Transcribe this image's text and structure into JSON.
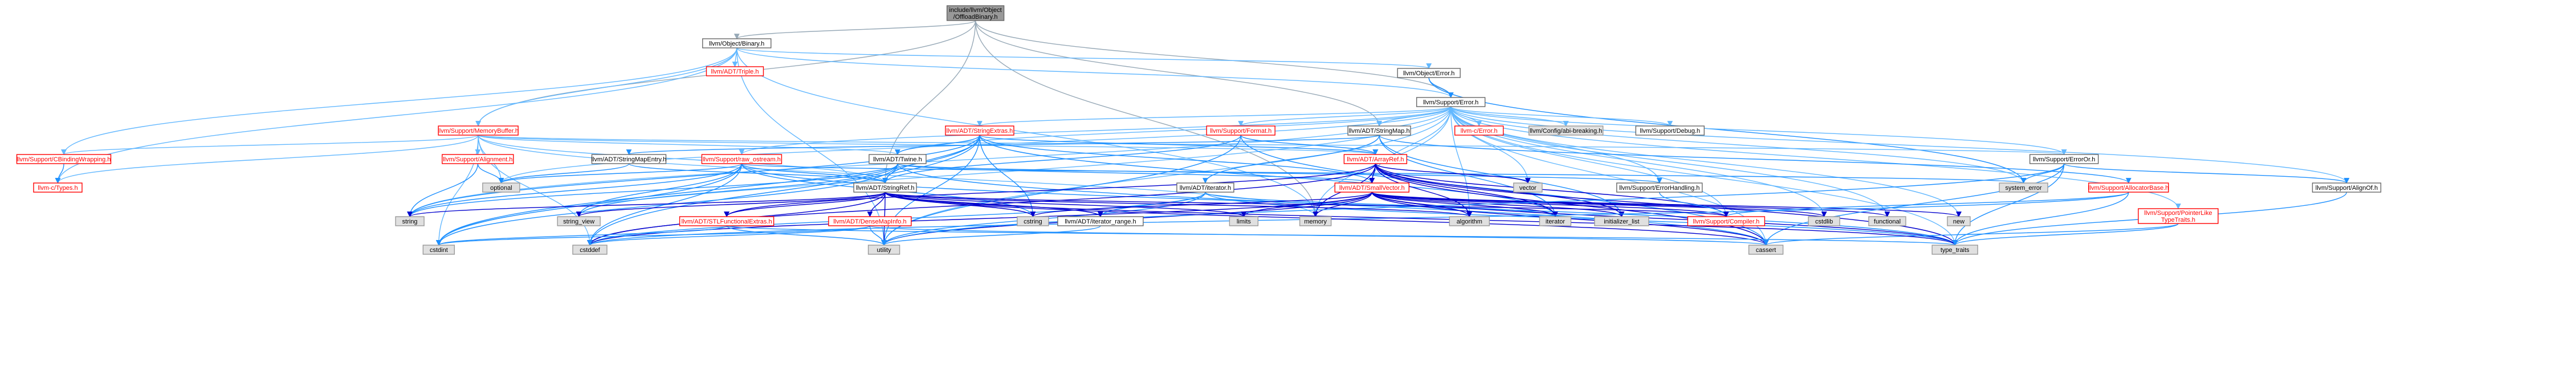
{
  "colors": {
    "root_fill": "#999999",
    "node_fill": "#ffffff",
    "node_border": "#666666",
    "header_fill": "#e0e0e0",
    "header_border": "#999999",
    "red_text": "#ff0000",
    "text": "#000000",
    "edge_blue": "#63b8ff",
    "edge_mid": "#1e90ff",
    "edge_dark": "#0000cd",
    "edge_gray": "#97a9b7"
  },
  "nodes": [
    {
      "id": "root",
      "lines": [
        "include/llvm/Object",
        "/OffloadBinary.h"
      ],
      "style": "root"
    },
    {
      "id": "binary",
      "lines": [
        "llvm/Object/Binary.h"
      ],
      "style": "normal"
    },
    {
      "id": "objerror",
      "lines": [
        "llvm/Object/Error.h"
      ],
      "style": "normal"
    },
    {
      "id": "triple",
      "lines": [
        "llvm/ADT/Triple.h"
      ],
      "style": "red"
    },
    {
      "id": "error",
      "lines": [
        "llvm/Support/Error.h"
      ],
      "style": "normal"
    },
    {
      "id": "memorybuffer",
      "lines": [
        "llvm/Support/MemoryBuffer.h"
      ],
      "style": "red"
    },
    {
      "id": "stringextras",
      "lines": [
        "llvm/ADT/StringExtras.h"
      ],
      "style": "red"
    },
    {
      "id": "format",
      "lines": [
        "llvm/Support/Format.h"
      ],
      "style": "red"
    },
    {
      "id": "stringmap",
      "lines": [
        "llvm/ADT/StringMap.h"
      ],
      "style": "normal"
    },
    {
      "id": "cerror",
      "lines": [
        "llvm-c/Error.h"
      ],
      "style": "red"
    },
    {
      "id": "abibreaking",
      "lines": [
        "llvm/Config/abi-breaking.h"
      ],
      "style": "header"
    },
    {
      "id": "debug",
      "lines": [
        "llvm/Support/Debug.h"
      ],
      "style": "normal"
    },
    {
      "id": "cbinding",
      "lines": [
        "llvm/Support/CBindingWrapping.h"
      ],
      "style": "red"
    },
    {
      "id": "ctypes",
      "lines": [
        "llvm-c/Types.h"
      ],
      "style": "red"
    },
    {
      "id": "alignment",
      "lines": [
        "llvm/Support/Alignment.h"
      ],
      "style": "red"
    },
    {
      "id": "stringmapentry",
      "lines": [
        "llvm/ADT/StringMapEntry.h"
      ],
      "style": "normal"
    },
    {
      "id": "rawostream",
      "lines": [
        "llvm/Support/raw_ostream.h"
      ],
      "style": "red"
    },
    {
      "id": "twine",
      "lines": [
        "llvm/ADT/Twine.h"
      ],
      "style": "normal"
    },
    {
      "id": "arrayref",
      "lines": [
        "llvm/ADT/ArrayRef.h"
      ],
      "style": "red"
    },
    {
      "id": "iterator",
      "lines": [
        "llvm/ADT/iterator.h"
      ],
      "style": "normal"
    },
    {
      "id": "smallvector",
      "lines": [
        "llvm/ADT/SmallVector.h"
      ],
      "style": "red"
    },
    {
      "id": "errorhandling",
      "lines": [
        "llvm/Support/ErrorHandling.h"
      ],
      "style": "normal"
    },
    {
      "id": "erroror",
      "lines": [
        "llvm/Support/ErrorOr.h"
      ],
      "style": "normal"
    },
    {
      "id": "allocatorbase",
      "lines": [
        "llvm/Support/AllocatorBase.h"
      ],
      "style": "red"
    },
    {
      "id": "alignof",
      "lines": [
        "llvm/Support/AlignOf.h"
      ],
      "style": "normal"
    },
    {
      "id": "pointerlike",
      "lines": [
        "llvm/Support/PointerLike",
        "TypeTraits.h"
      ],
      "style": "red"
    },
    {
      "id": "stringref",
      "lines": [
        "llvm/ADT/StringRef.h"
      ],
      "style": "normal"
    },
    {
      "id": "stlfunctional",
      "lines": [
        "llvm/ADT/STLFunctionalExtras.h"
      ],
      "style": "red"
    },
    {
      "id": "densemapinfo",
      "lines": [
        "llvm/ADT/DenseMapInfo.h"
      ],
      "style": "red"
    },
    {
      "id": "iteratorrange",
      "lines": [
        "llvm/ADT/iterator_range.h"
      ],
      "style": "normal"
    },
    {
      "id": "compiler",
      "lines": [
        "llvm/Support/Compiler.h"
      ],
      "style": "red"
    },
    {
      "id": "vector",
      "lines": [
        "vector"
      ],
      "style": "header"
    },
    {
      "id": "systemerror",
      "lines": [
        "system_error"
      ],
      "style": "header"
    },
    {
      "id": "optional",
      "lines": [
        "optional"
      ],
      "style": "header"
    },
    {
      "id": "string",
      "lines": [
        "string"
      ],
      "style": "header"
    },
    {
      "id": "stringview",
      "lines": [
        "string_view"
      ],
      "style": "header"
    },
    {
      "id": "cstring",
      "lines": [
        "cstring"
      ],
      "style": "header"
    },
    {
      "id": "limits",
      "lines": [
        "limits"
      ],
      "style": "header"
    },
    {
      "id": "memory",
      "lines": [
        "memory"
      ],
      "style": "header"
    },
    {
      "id": "algorithm",
      "lines": [
        "algorithm"
      ],
      "style": "header"
    },
    {
      "id": "iteratorstd",
      "lines": [
        "iterator"
      ],
      "style": "header"
    },
    {
      "id": "initializerlist",
      "lines": [
        "initializer_list"
      ],
      "style": "header"
    },
    {
      "id": "cstdlib",
      "lines": [
        "cstdlib"
      ],
      "style": "header"
    },
    {
      "id": "functional",
      "lines": [
        "functional"
      ],
      "style": "header"
    },
    {
      "id": "new",
      "lines": [
        "new"
      ],
      "style": "header"
    },
    {
      "id": "cstdint",
      "lines": [
        "cstdint"
      ],
      "style": "header"
    },
    {
      "id": "cstddef",
      "lines": [
        "cstddef"
      ],
      "style": "header"
    },
    {
      "id": "utility",
      "lines": [
        "utility"
      ],
      "style": "header"
    },
    {
      "id": "cassert",
      "lines": [
        "cassert"
      ],
      "style": "header"
    },
    {
      "id": "typetraits",
      "lines": [
        "type_traits"
      ],
      "style": "header"
    }
  ],
  "edges": [
    [
      "root",
      "binary"
    ],
    [
      "root",
      "error"
    ],
    [
      "root",
      "memorybuffer"
    ],
    [
      "root",
      "stringmap"
    ],
    [
      "root",
      "stringref"
    ],
    [
      "root",
      "memory"
    ],
    [
      "binary",
      "objerror"
    ],
    [
      "binary",
      "triple"
    ],
    [
      "binary",
      "error"
    ],
    [
      "binary",
      "memorybuffer"
    ],
    [
      "binary",
      "cbinding"
    ],
    [
      "binary",
      "ctypes"
    ],
    [
      "binary",
      "utility"
    ],
    [
      "binary",
      "memory"
    ],
    [
      "objerror",
      "error"
    ],
    [
      "objerror",
      "systemerror"
    ],
    [
      "error",
      "stringextras"
    ],
    [
      "error",
      "format"
    ],
    [
      "error",
      "stringmap"
    ],
    [
      "error",
      "cerror"
    ],
    [
      "error",
      "abibreaking"
    ],
    [
      "error",
      "debug"
    ],
    [
      "error",
      "twine"
    ],
    [
      "error",
      "erroror"
    ],
    [
      "error",
      "alignof"
    ],
    [
      "error",
      "compiler"
    ],
    [
      "error",
      "errorhandling"
    ],
    [
      "error",
      "smallvector"
    ],
    [
      "error",
      "rawostream"
    ],
    [
      "error",
      "pointerlike"
    ],
    [
      "error",
      "systemerror"
    ],
    [
      "error",
      "vector"
    ],
    [
      "error",
      "string"
    ],
    [
      "error",
      "memory"
    ],
    [
      "error",
      "algorithm"
    ],
    [
      "error",
      "cstdint"
    ],
    [
      "error",
      "cstdlib"
    ],
    [
      "error",
      "functional"
    ],
    [
      "error",
      "new"
    ],
    [
      "error",
      "cassert"
    ],
    [
      "error",
      "typetraits"
    ],
    [
      "error",
      "utility"
    ],
    [
      "error",
      "optional"
    ],
    [
      "memorybuffer",
      "cbinding"
    ],
    [
      "memorybuffer",
      "ctypes"
    ],
    [
      "memorybuffer",
      "alignment"
    ],
    [
      "memorybuffer",
      "arrayref"
    ],
    [
      "memorybuffer",
      "stringref"
    ],
    [
      "memorybuffer",
      "twine"
    ],
    [
      "memorybuffer",
      "erroror"
    ],
    [
      "memorybuffer",
      "memory"
    ],
    [
      "memorybuffer",
      "cstddef"
    ],
    [
      "memorybuffer",
      "cstdint"
    ],
    [
      "memorybuffer",
      "optional"
    ],
    [
      "cbinding",
      "ctypes"
    ],
    [
      "alignment",
      "optional"
    ],
    [
      "alignment",
      "string"
    ],
    [
      "stringextras",
      "arrayref"
    ],
    [
      "stringextras",
      "smallvector"
    ],
    [
      "stringextras",
      "stringref"
    ],
    [
      "stringextras",
      "twine"
    ],
    [
      "stringextras",
      "iteratorstd"
    ],
    [
      "stringextras",
      "string"
    ],
    [
      "stringextras",
      "cstring"
    ],
    [
      "stringextras",
      "utility"
    ],
    [
      "stringextras",
      "cstddef"
    ],
    [
      "stringextras",
      "cstdint"
    ],
    [
      "format",
      "arrayref"
    ],
    [
      "format",
      "stringref"
    ],
    [
      "format",
      "cassert"
    ],
    [
      "format",
      "cstdio"
    ],
    [
      "format",
      "tuple"
    ],
    [
      "format",
      "utility"
    ],
    [
      "stringmap",
      "stringmapentry"
    ],
    [
      "stringmap",
      "iterator"
    ],
    [
      "stringmap",
      "allocatorbase"
    ],
    [
      "stringmap",
      "initializerlist"
    ],
    [
      "stringmap",
      "iteratorstd"
    ],
    [
      "stringmapentry",
      "stringref"
    ],
    [
      "stringmapentry",
      "optional"
    ],
    [
      "rawostream",
      "stringref"
    ],
    [
      "rawostream",
      "cstddef"
    ],
    [
      "rawostream",
      "cstdint"
    ],
    [
      "rawostream",
      "cstring"
    ],
    [
      "rawostream",
      "optional"
    ],
    [
      "rawostream",
      "string"
    ],
    [
      "rawostream",
      "stringview"
    ],
    [
      "rawostream",
      "systemerror"
    ],
    [
      "rawostream",
      "typetraits"
    ],
    [
      "twine",
      "smallvector"
    ],
    [
      "twine",
      "stringref"
    ],
    [
      "twine",
      "errorhandling"
    ],
    [
      "twine",
      "cassert"
    ],
    [
      "twine",
      "cstdint"
    ],
    [
      "twine",
      "string"
    ],
    [
      "twine",
      "stringview"
    ],
    [
      "arrayref",
      "smallvector"
    ],
    [
      "arrayref",
      "stlfunctional"
    ],
    [
      "arrayref",
      "compiler"
    ],
    [
      "arrayref",
      "algorithm"
    ],
    [
      "arrayref",
      "array"
    ],
    [
      "arrayref",
      "cassert"
    ],
    [
      "arrayref",
      "cstddef"
    ],
    [
      "arrayref",
      "initializerlist"
    ],
    [
      "arrayref",
      "iteratorstd"
    ],
    [
      "arrayref",
      "memory"
    ],
    [
      "arrayref",
      "typetraits"
    ],
    [
      "arrayref",
      "vector"
    ],
    [
      "iterator",
      "iteratorrange"
    ],
    [
      "iterator",
      "cstddef"
    ],
    [
      "iterator",
      "iteratorstd"
    ],
    [
      "iterator",
      "typetraits"
    ],
    [
      "iterator",
      "utility"
    ],
    [
      "smallvector",
      "compiler"
    ],
    [
      "smallvector",
      "algorithm"
    ],
    [
      "smallvector",
      "cassert"
    ],
    [
      "smallvector",
      "cstddef"
    ],
    [
      "smallvector",
      "cstdlib"
    ],
    [
      "smallvector",
      "cstring"
    ],
    [
      "smallvector",
      "functional"
    ],
    [
      "smallvector",
      "initializerlist"
    ],
    [
      "smallvector",
      "iteratorstd"
    ],
    [
      "smallvector",
      "limits"
    ],
    [
      "smallvector",
      "memory"
    ],
    [
      "smallvector",
      "new"
    ],
    [
      "smallvector",
      "typetraits"
    ],
    [
      "smallvector",
      "utility"
    ],
    [
      "errorhandling",
      "compiler"
    ],
    [
      "erroror",
      "alignof"
    ],
    [
      "erroror",
      "cassert"
    ],
    [
      "erroror",
      "systemerror"
    ],
    [
      "erroror",
      "typetraits"
    ],
    [
      "erroror",
      "utility"
    ],
    [
      "allocatorbase",
      "compiler"
    ],
    [
      "allocatorbase",
      "cstddef"
    ],
    [
      "allocatorbase",
      "typetraits"
    ],
    [
      "alignof",
      "typetraits"
    ],
    [
      "pointerlike",
      "cassert"
    ],
    [
      "pointerlike",
      "typetraits"
    ],
    [
      "stringref",
      "densemapinfo"
    ],
    [
      "stringref",
      "stlfunctional"
    ],
    [
      "stringref",
      "iteratorrange"
    ],
    [
      "stringref",
      "compiler"
    ],
    [
      "stringref",
      "algorithm"
    ],
    [
      "stringref",
      "cassert"
    ],
    [
      "stringref",
      "cstddef"
    ],
    [
      "stringref",
      "cstring"
    ],
    [
      "stringref",
      "limits"
    ],
    [
      "stringref",
      "string"
    ],
    [
      "stringref",
      "stringview"
    ],
    [
      "stringref",
      "typetraits"
    ],
    [
      "stringref",
      "utility"
    ],
    [
      "stlfunctional",
      "cstdint"
    ],
    [
      "stlfunctional",
      "typetraits"
    ],
    [
      "stlfunctional",
      "utility"
    ],
    [
      "densemapinfo",
      "cassert"
    ],
    [
      "densemapinfo",
      "cstddef"
    ],
    [
      "densemapinfo",
      "cstdint"
    ],
    [
      "densemapinfo",
      "utility"
    ],
    [
      "iteratorrange",
      "utility"
    ]
  ]
}
